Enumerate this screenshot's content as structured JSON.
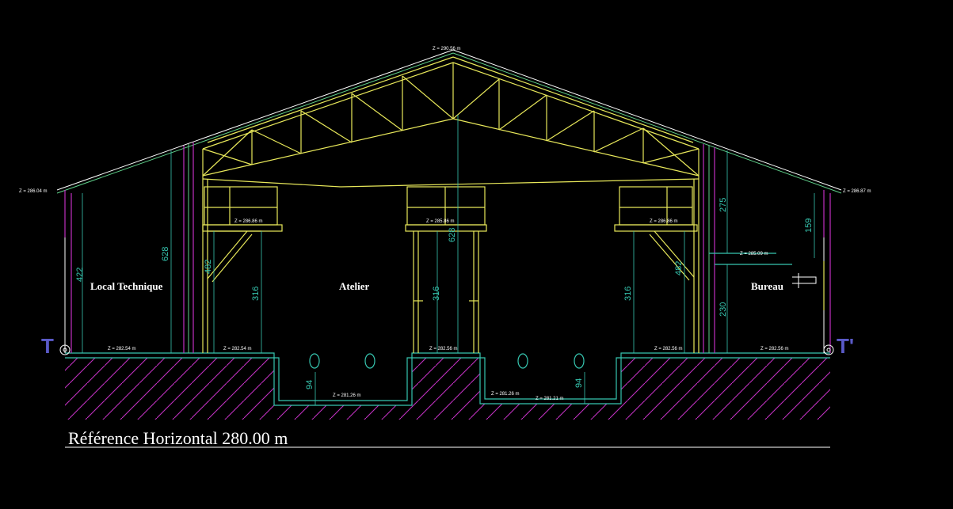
{
  "drawing": {
    "rooms": {
      "left": "Local Technique",
      "center": "Atelier",
      "right": "Bureau"
    },
    "axis": {
      "left": "T",
      "right": "T'"
    },
    "reference": "Référence Horizontal 280.00 m",
    "elevations": {
      "ridge": "Z = 290.56 m",
      "eave_left": "Z = 286.04 m",
      "eave_right": "Z = 286.87 m",
      "mezz_left": "Z = 286.86 m",
      "mezz_center": "Z = 285.86 m",
      "mezz_right": "Z = 286.86 m",
      "office": "Z = 285.09 m",
      "floor1": "Z = 282.54 m",
      "floor2": "Z = 282.54 m",
      "floor3": "Z = 282.56 m",
      "floor4": "Z = 282.56 m",
      "floor5": "Z = 282.56 m",
      "pit_left": "Z = 281.26 m",
      "pit_center": "Z = 281.26 m",
      "pit_right": "Z = 281.21 m"
    },
    "dims": {
      "d422": "422",
      "d628a": "628",
      "d482a": "482",
      "d316a": "316",
      "d316b": "316",
      "d628b": "628",
      "d316c": "316",
      "d482b": "482",
      "d275": "275",
      "d230": "230",
      "d159": "159",
      "d94a": "94",
      "d94b": "94"
    }
  },
  "colors": {
    "background": "#000000",
    "roof": "#e8e85a",
    "dimension": "#36c6b0",
    "wall": "#c030c0",
    "axis": "#5a5ac8"
  }
}
